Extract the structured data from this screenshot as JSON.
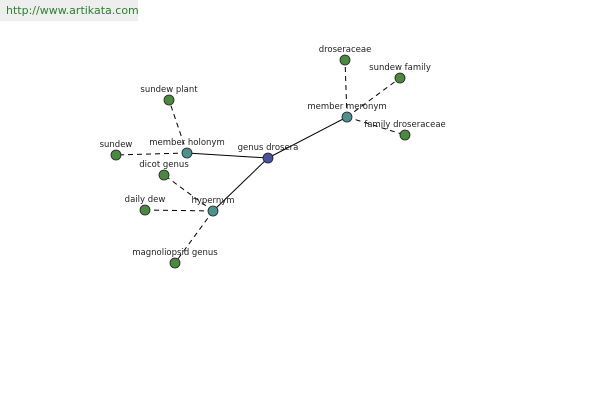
{
  "banner": {
    "url": "http://www.artikata.com"
  },
  "colors": {
    "center_node": "#4a4f9e",
    "relation_node": "#4d918f",
    "leaf_node": "#4a8a3f"
  },
  "graph": {
    "center": "genus drosera",
    "relations": [
      {
        "name": "member meronym",
        "members": [
          "droseraceae",
          "sundew family",
          "family droseraceae"
        ]
      },
      {
        "name": "member holonym",
        "members": [
          "sundew plant",
          "sundew"
        ]
      },
      {
        "name": "hypernym",
        "members": [
          "dicot genus",
          "daily dew",
          "magnoliopsid genus"
        ]
      }
    ]
  }
}
